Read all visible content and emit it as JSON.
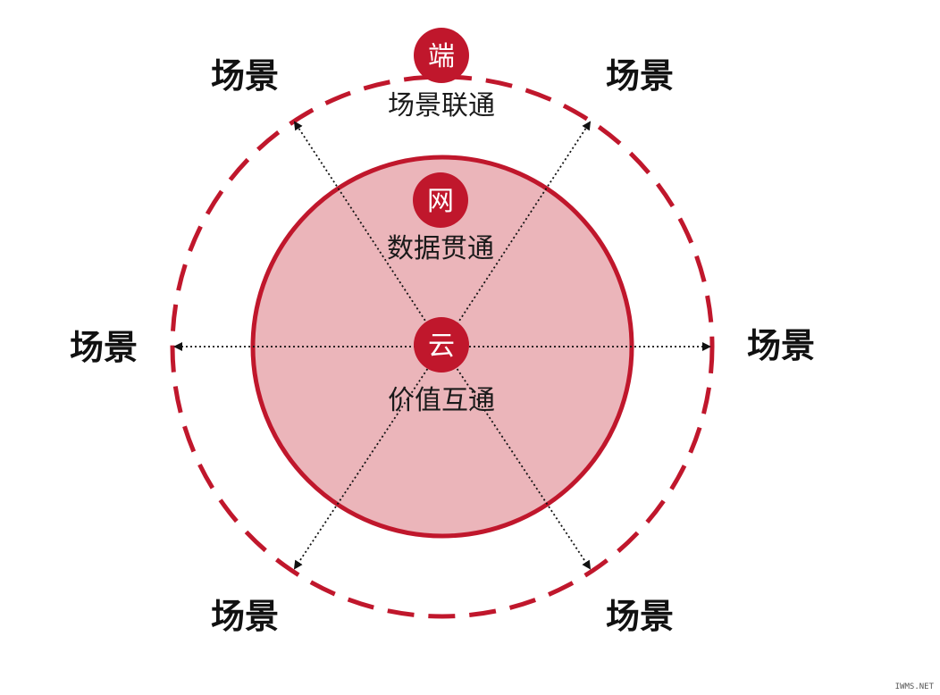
{
  "colors": {
    "accent": "#c0172c",
    "inner_fill": "#ebb5ba",
    "arrow": "#111111",
    "text": "#111111"
  },
  "layers": {
    "cloud": {
      "badge": "云",
      "caption": "价值互通"
    },
    "network": {
      "badge": "网",
      "caption": "数据贯通"
    },
    "edge": {
      "badge": "端",
      "caption": "场景联通"
    }
  },
  "scenes": {
    "top_left": "场景",
    "top_right": "场景",
    "left": "场景",
    "right": "场景",
    "bottom_left": "场景",
    "bottom_right": "场景"
  },
  "watermark": "IWMS.NET"
}
